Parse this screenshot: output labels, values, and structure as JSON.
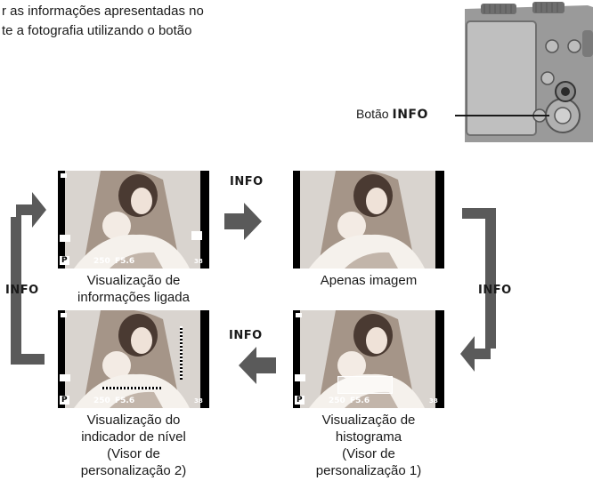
{
  "intro": {
    "line1": "r as informações apresentadas no",
    "line2": "te a fotografia utilizando o botão"
  },
  "camera": {
    "button_label": "Botão",
    "button_name": "INFO"
  },
  "cycle_label": "INFO",
  "screens": {
    "info_on": {
      "caption_line1": "Visualização de",
      "caption_line2": "informações ligada",
      "shutter": "250",
      "aperture": "F5.6",
      "mode": "P",
      "shots": "38"
    },
    "image_only": {
      "caption_line1": "Apenas imagem"
    },
    "histogram": {
      "caption_line1": "Visualização de",
      "caption_line2": "histograma",
      "caption_line3": "(Visor de",
      "caption_line4": "personalização 1)",
      "shutter": "250",
      "aperture": "F5.6",
      "mode": "P",
      "shots": "38"
    },
    "level": {
      "caption_line1": "Visualização do",
      "caption_line2": "indicador de nível",
      "caption_line3": "(Visor de",
      "caption_line4": "personalização 2)",
      "shutter": "250",
      "aperture": "F5.6",
      "mode": "P",
      "shots": "38"
    }
  },
  "colors": {
    "arrow_gray": "#5a5a5a",
    "lcd_black": "#000000"
  }
}
